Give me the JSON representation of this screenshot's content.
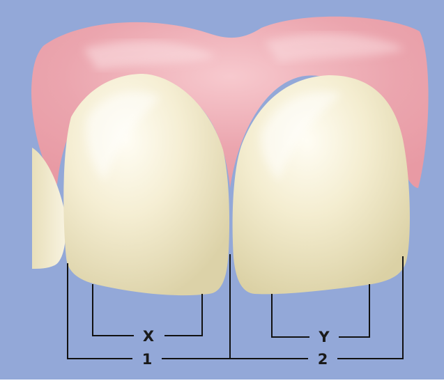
{
  "labels": {
    "x": "X",
    "y": "Y",
    "one": "1",
    "two": "2"
  },
  "colors": {
    "background": "#93a8d8",
    "gum": "#eba5ae",
    "gum_highlight": "#f6cdd2",
    "tooth": "#f3ebcb",
    "tooth_shade": "#d9cfa2",
    "tooth_highlight": "#fffdf4",
    "line": "#111111"
  }
}
